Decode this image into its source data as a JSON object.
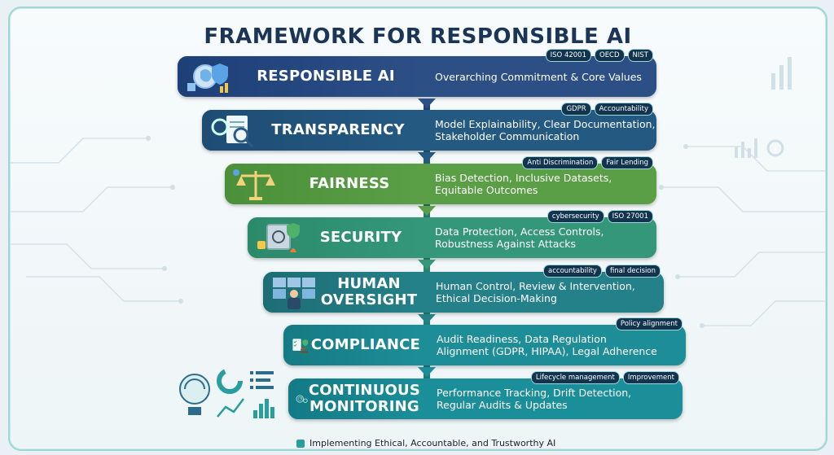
{
  "title": "FRAMEWORK FOR RESPONSIBLE AI",
  "layers": [
    {
      "label_lines": [
        "RESPONSIBLE AI"
      ],
      "desc_lines": [
        "Overarching Commitment & Core Values"
      ],
      "tags": [
        "ISO 42001",
        "OECD",
        "NIST"
      ],
      "icon": "ai-brain-shield-icon",
      "left_color": "#1e3f78",
      "right_color": "#2c4f86"
    },
    {
      "label_lines": [
        "TRANSPARENCY"
      ],
      "desc_lines": [
        "Model Explainability, Clear Documentation,",
        "Stakeholder Communication"
      ],
      "tags": [
        "GDPR",
        "Accountability"
      ],
      "icon": "document-magnifier-icon",
      "left_color": "#1e4c74",
      "right_color": "#245a82"
    },
    {
      "label_lines": [
        "FAIRNESS"
      ],
      "desc_lines": [
        "Bias Detection, Inclusive Datasets,",
        "Equitable Outcomes"
      ],
      "tags": [
        "Anti Discrimination",
        "Fair Lending"
      ],
      "icon": "balance-scale-icon",
      "left_color": "#4b8f3a",
      "right_color": "#5a9e45"
    },
    {
      "label_lines": [
        "SECURITY"
      ],
      "desc_lines": [
        "Data Protection, Access Controls,",
        "Robustness Against Attacks"
      ],
      "tags": [
        "cybersecurity",
        "ISO 27001"
      ],
      "icon": "vault-shield-icon",
      "left_color": "#2b8a6a",
      "right_color": "#34977a"
    },
    {
      "label_lines": [
        "HUMAN",
        "OVERSIGHT"
      ],
      "desc_lines": [
        "Human Control, Review & Intervention,",
        "Ethical Decision-Making"
      ],
      "tags": [
        "accountability",
        "final decision"
      ],
      "icon": "operator-screens-icon",
      "left_color": "#1d6d74",
      "right_color": "#24818a"
    },
    {
      "label_lines": [
        "COMPLIANCE"
      ],
      "desc_lines": [
        "Audit Readiness, Data Regulation",
        "Alignment (GDPR, HIPAA), Legal Adherence"
      ],
      "tags": [
        "Policy alignment"
      ],
      "icon": "checklist-gavel-icon",
      "left_color": "#167a84",
      "right_color": "#1d8e98"
    },
    {
      "label_lines": [
        "CONTINUOUS",
        "MONITORING"
      ],
      "desc_lines": [
        "Performance Tracking, Drift Detection,",
        "Regular Audits & Updates"
      ],
      "tags": [
        "Lifecycle management",
        "Improvement"
      ],
      "icon": "monitoring-gauge-icon",
      "left_color": "#137a86",
      "right_color": "#1a8e99"
    }
  ],
  "footer": "Implementing Ethical, Accountable, and Trustworthy AI"
}
